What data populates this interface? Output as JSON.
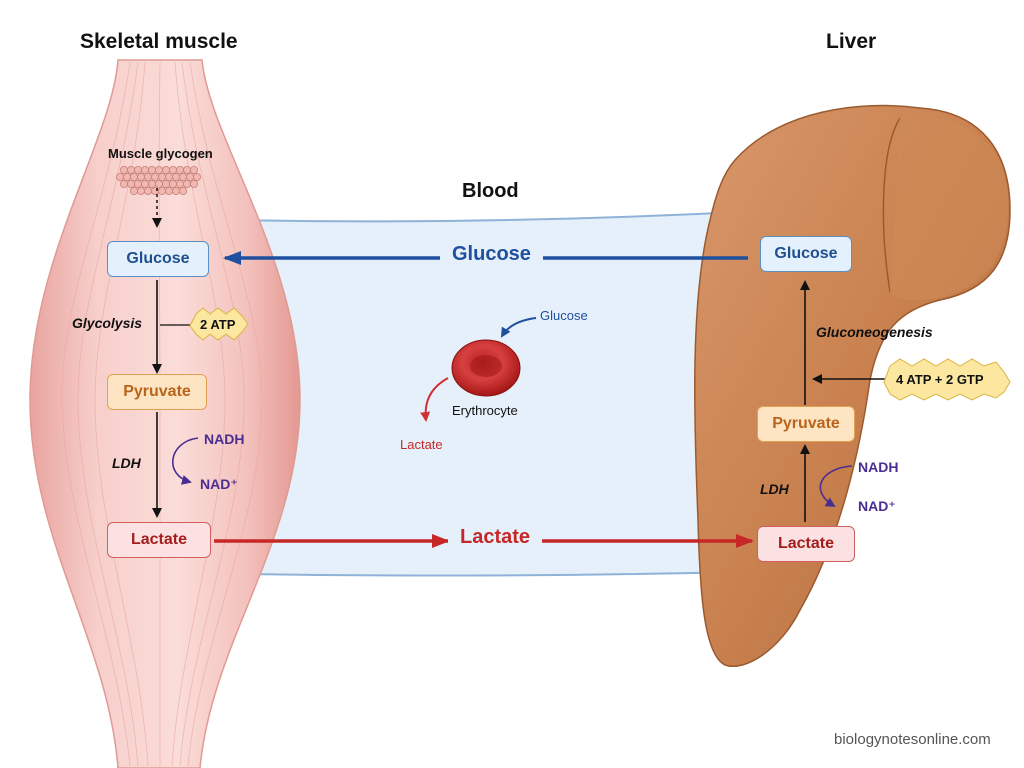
{
  "labels": {
    "muscle_title": "Skeletal muscle",
    "liver_title": "Liver",
    "blood_title": "Blood",
    "muscle_glycogen": "Muscle glycogen",
    "glycolysis": "Glycolysis",
    "atp_muscle": "2 ATP",
    "ldh": "LDH",
    "nadh": "NADH",
    "nad_plus": "NAD⁺",
    "gluconeogenesis": "Gluconeogenesis",
    "atp_liver": "4 ATP + 2 GTP",
    "erythrocyte": "Erythrocyte",
    "glucose": "Glucose",
    "pyruvate": "Pyruvate",
    "lactate": "Lactate",
    "footer": "biologynotesonline.com"
  },
  "colors": {
    "glucose_flow": "#1f4f9f",
    "lactate_flow": "#c62828",
    "muscle_tissue": "#f6c7c3",
    "liver_tissue": "#c88256",
    "blood_vessel": "#e6f0fa",
    "atp_starburst": "#fbe7a0",
    "nad_arrow": "#4a2d91"
  }
}
